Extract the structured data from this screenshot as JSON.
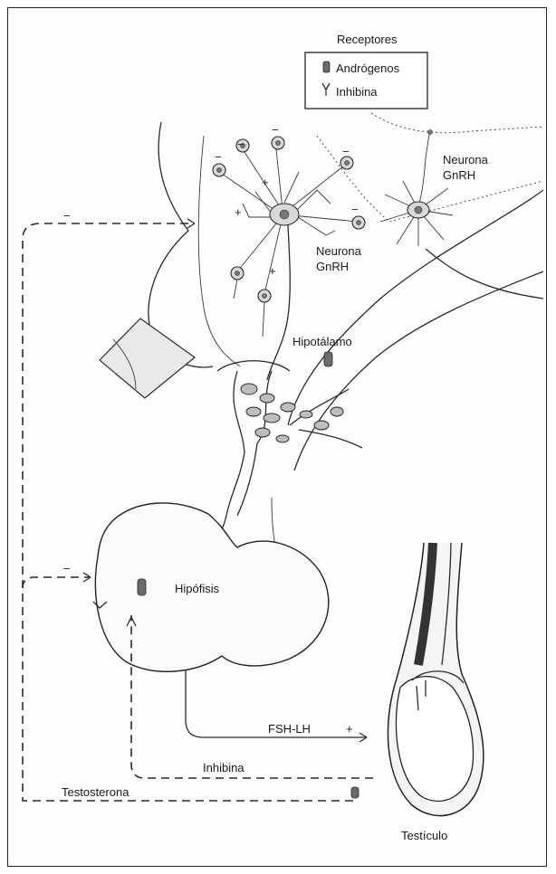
{
  "legend": {
    "title": "Receptores",
    "items": [
      {
        "icon": "androgen-receptor-icon",
        "label": "Andrógenos"
      },
      {
        "icon": "inhibin-receptor-icon",
        "label": "Inhibina"
      }
    ]
  },
  "labels": {
    "neuron_main_line1": "Neurona",
    "neuron_main_line2": "GnRH",
    "neuron_inset_line1": "Neurona",
    "neuron_inset_line2": "GnRH",
    "hypothalamus": "Hipotálamo",
    "pituitary": "Hipófisis",
    "hormones": "FSH-LH",
    "inhibin": "Inhibina",
    "testosterone": "Testosterona",
    "testis": "Testículo"
  },
  "signs": {
    "minus": "−",
    "plus": "+"
  }
}
